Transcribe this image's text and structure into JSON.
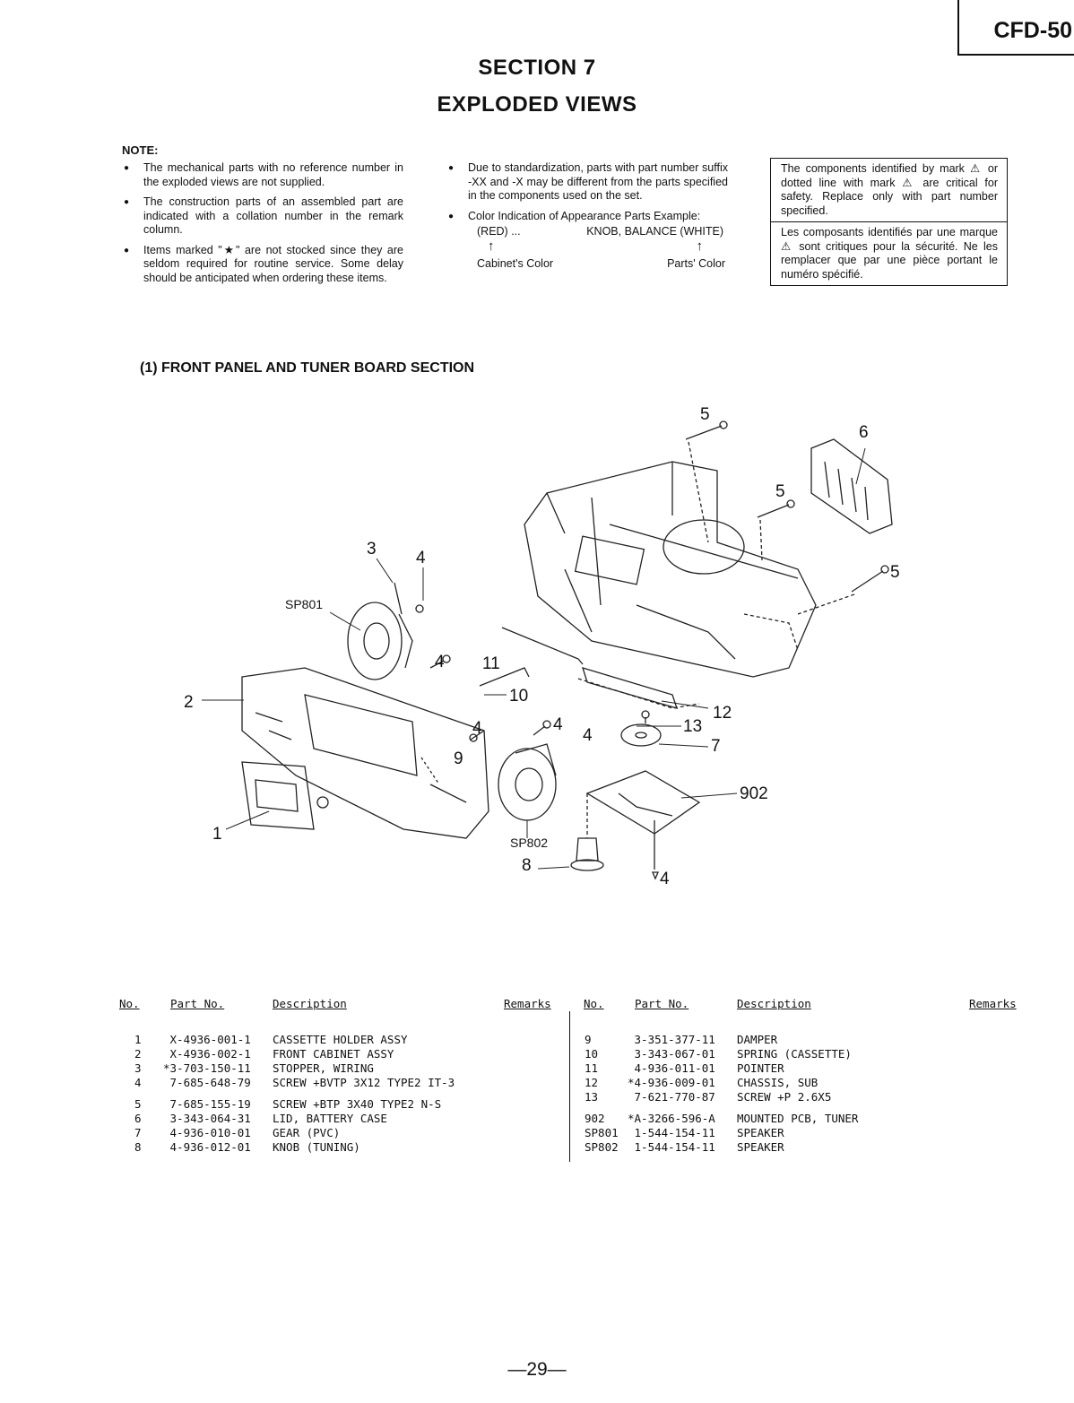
{
  "header": {
    "model": "CFD-50",
    "section": "SECTION 7",
    "title": "EXPLODED VIEWS"
  },
  "note": {
    "heading": "NOTE:",
    "col1": [
      "The mechanical parts with no reference number in the exploded views are not supplied.",
      "The construction parts of an assembled part are indicated with a collation number in the remark column.",
      "Items marked \"★\" are not stocked since they are seldom required for routine service.  Some delay should be anticipated when ordering these items."
    ],
    "col2": [
      "Due to standardization, parts with part number suffix -XX and -X may be different from the parts specified in the components used on the set.",
      "Color Indication of Appearance Parts Example:"
    ],
    "example": {
      "left": "(RED) ...",
      "right": "KNOB, BALANCE (WHITE)",
      "arrow": "↑",
      "cap_left": "Cabinet's Color",
      "cap_right": "Parts' Color"
    },
    "safety_en": "The components identified by mark ⚠ or dotted line with mark ⚠ are critical for safety. Replace only with part number specified.",
    "safety_fr": "Les composants identifiés par une marque ⚠ sont critiques pour la sécurité. Ne les remplacer que par une pièce portant le numéro spécifié."
  },
  "subsection": "(1)  FRONT PANEL AND TUNER BOARD SECTION",
  "diagram_labels": {
    "l1": "1",
    "l2": "2",
    "l3": "3",
    "l4a": "4",
    "l4b": "4",
    "l4c": "4",
    "l4d": "4",
    "l4e": "4",
    "l4f": "4",
    "l5a": "5",
    "l5b": "5",
    "l5c": "5",
    "l6": "6",
    "l7": "7",
    "l8": "8",
    "l9": "9",
    "l10": "10",
    "l11": "11",
    "l12": "12",
    "l13": "13",
    "l902": "902",
    "sp801": "SP801",
    "sp802": "SP802"
  },
  "table": {
    "headers": {
      "no": "No.",
      "part": "Part No.",
      "desc": "Description",
      "remarks": "Remarks"
    },
    "left": [
      {
        "no": "1",
        "part": " X-4936-001-1",
        "desc": "CASSETTE HOLDER ASSY"
      },
      {
        "no": "2",
        "part": " X-4936-002-1",
        "desc": "FRONT CABINET ASSY"
      },
      {
        "no": "3",
        "part": "*3-703-150-11",
        "desc": "STOPPER, WIRING"
      },
      {
        "no": "4",
        "part": " 7-685-648-79",
        "desc": "SCREW +BVTP 3X12 TYPE2 IT-3"
      },
      {
        "no": "5",
        "part": " 7-685-155-19",
        "desc": "SCREW +BTP 3X40 TYPE2 N-S"
      },
      {
        "no": "6",
        "part": " 3-343-064-31",
        "desc": "LID, BATTERY CASE"
      },
      {
        "no": "7",
        "part": " 4-936-010-01",
        "desc": "GEAR (PVC)"
      },
      {
        "no": "8",
        "part": " 4-936-012-01",
        "desc": "KNOB (TUNING)"
      }
    ],
    "right": [
      {
        "no": "9",
        "part": " 3-351-377-11",
        "desc": "DAMPER"
      },
      {
        "no": "10",
        "part": " 3-343-067-01",
        "desc": "SPRING (CASSETTE)"
      },
      {
        "no": "11",
        "part": " 4-936-011-01",
        "desc": "POINTER"
      },
      {
        "no": "12",
        "part": "*4-936-009-01",
        "desc": "CHASSIS, SUB"
      },
      {
        "no": "13",
        "part": " 7-621-770-87",
        "desc": "SCREW +P 2.6X5"
      },
      {
        "no": "902",
        "part": "*A-3266-596-A",
        "desc": "MOUNTED PCB, TUNER"
      },
      {
        "no": "SP801",
        "part": " 1-544-154-11",
        "desc": "SPEAKER"
      },
      {
        "no": "SP802",
        "part": " 1-544-154-11",
        "desc": "SPEAKER"
      }
    ]
  },
  "footer": {
    "page": "—29—"
  }
}
